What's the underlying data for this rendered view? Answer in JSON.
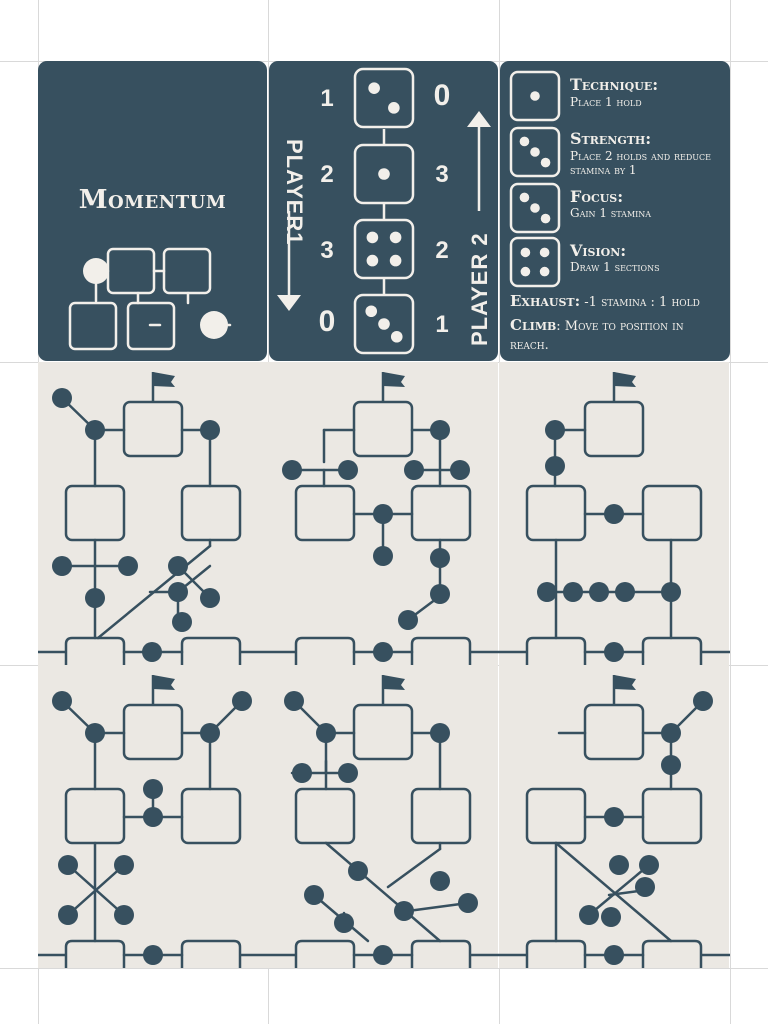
{
  "title": "Momentum",
  "track": {
    "player1_label": "PLAYER1",
    "player2_label": "PLAYER 2",
    "player1_numbers": [
      "1",
      "2",
      "3",
      "0"
    ],
    "player2_numbers": [
      "0",
      "3",
      "2",
      "1"
    ],
    "dice_faces": [
      2,
      1,
      4,
      3
    ]
  },
  "actions": [
    {
      "title": "Technique:",
      "desc": "Place 1 hold",
      "die": 1
    },
    {
      "title": "Strength:",
      "desc": "Place 2 holds and reduce stamina by 1",
      "die": 3
    },
    {
      "title": "Focus:",
      "desc": "Gain 1 stamina",
      "die": 3
    },
    {
      "title": "Vision:",
      "desc": "Draw 1 sections",
      "die": 4
    }
  ],
  "rules": {
    "exhaust_title": "Exhaust:",
    "exhaust_text": " -1 stamina : 1 hold",
    "climb_title": "Climb",
    "climb_text": ": Move to position in reach."
  },
  "colors": {
    "card_dark": "#37505f",
    "card_light": "#ebe8e3",
    "ink": "#37505f",
    "text_light": "#f2efea"
  },
  "icons": {
    "flag": "flag-icon",
    "hold": "hold-icon",
    "die": "die-icon",
    "arrow": "arrow-icon"
  }
}
